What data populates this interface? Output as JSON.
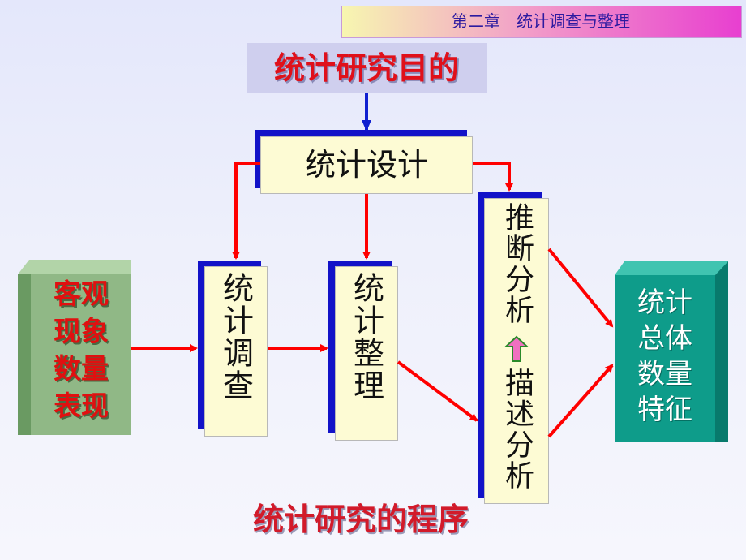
{
  "header": {
    "chapter_title": "第二章　统计调查与整理"
  },
  "goal": {
    "label": "统计研究目的"
  },
  "design": {
    "label": "统计设计"
  },
  "source": {
    "label": "客观现象数量表现"
  },
  "survey": {
    "label": "统计调查"
  },
  "organize": {
    "label": "统计整理"
  },
  "analysis": {
    "top_label": "推断分析",
    "bottom_label": "描述分析"
  },
  "result": {
    "label": "统计总体数量特征"
  },
  "caption": {
    "label": "统计研究的程序"
  },
  "colors": {
    "arrow_red": "#ff0000",
    "arrow_blue": "#1020d0",
    "box_shadow_blue": "#1212c8",
    "box_cream": "#fdfbd4",
    "goal_text_red": "#e0101a",
    "result_teal": "#0e9c8a",
    "source_green": "#90b886",
    "up_arrow_pink": "#f070c0"
  }
}
